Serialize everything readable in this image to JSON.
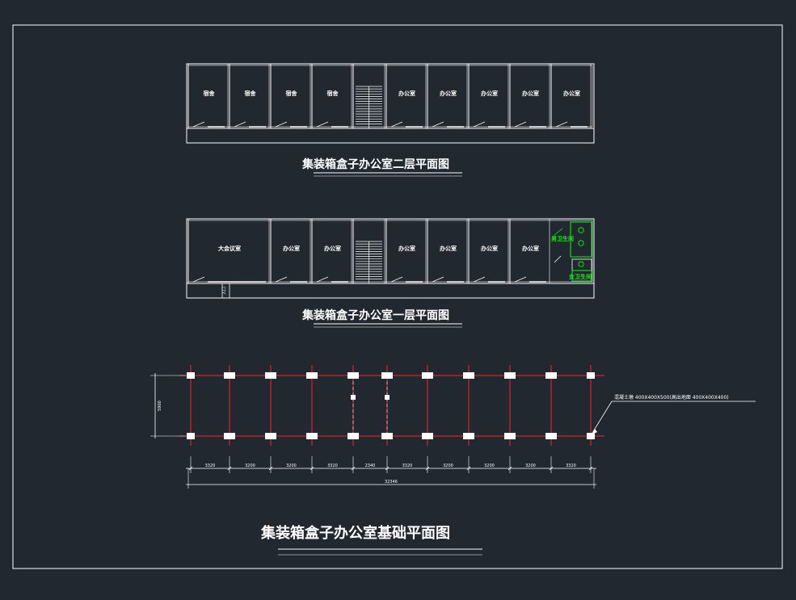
{
  "colors": {
    "background": "#212830",
    "lines": "#ffffff",
    "axes": "#ff2020",
    "washroom": "#00ff00"
  },
  "second_floor": {
    "title": "集装箱盒子办公室二层平面图",
    "rooms": [
      {
        "label": "宿舍"
      },
      {
        "label": "宿舍"
      },
      {
        "label": "宿舍"
      },
      {
        "label": "宿舍"
      },
      {
        "label": "",
        "stair": true
      },
      {
        "label": "办公室"
      },
      {
        "label": "办公室"
      },
      {
        "label": "办公室"
      },
      {
        "label": "办公室"
      },
      {
        "label": "办公室"
      }
    ]
  },
  "first_floor": {
    "title": "集装箱盒子办公室一层平面图",
    "rooms": [
      {
        "label": "大会议室",
        "span": 2
      },
      {
        "label": "办公室"
      },
      {
        "label": "办公室"
      },
      {
        "label": "",
        "stair": true
      },
      {
        "label": "办公室"
      },
      {
        "label": "办公室"
      },
      {
        "label": "办公室"
      },
      {
        "label": "办公室"
      }
    ],
    "washroom": {
      "top": "男卫生间",
      "bottom": "女卫生间"
    },
    "entrance": "入口"
  },
  "foundation": {
    "title": "集装箱盒子办公室基础平面图",
    "depth_label": "5900",
    "spans": [
      "3320",
      "3200",
      "3200",
      "3320",
      "2340",
      "3320",
      "3200",
      "3200",
      "3200",
      "3320"
    ],
    "total": "32346",
    "note": "混凝土墩 400X400X500(高出地面 400X400X400)"
  }
}
